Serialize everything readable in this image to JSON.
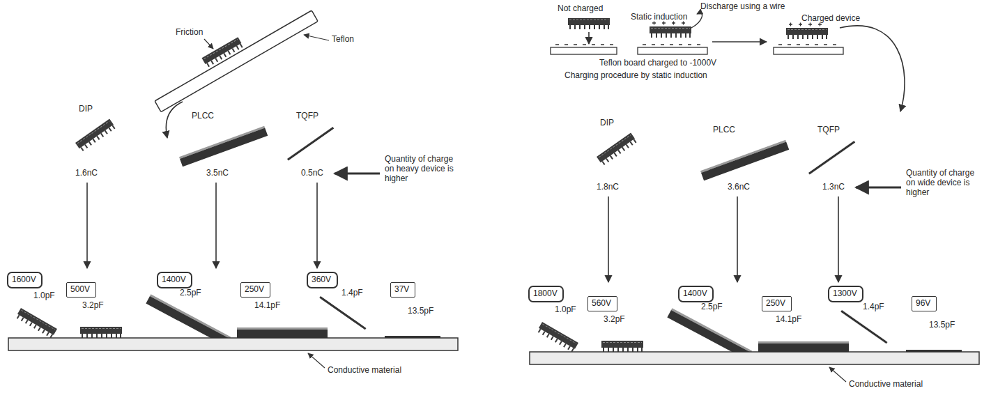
{
  "diagram": {
    "nodes": [
      {
        "text": [
          "1600V"
        ]
      },
      {
        "text": [
          "500V"
        ]
      },
      {
        "text": [
          "1400V"
        ]
      },
      {
        "text": [
          "250V"
        ]
      },
      {
        "text": [
          "360V"
        ]
      },
      {
        "text": [
          "37V"
        ]
      },
      {
        "text": [
          "1800V"
        ]
      },
      {
        "text": [
          "560V"
        ]
      },
      {
        "text": [
          "1400V"
        ]
      },
      {
        "text": [
          "250V"
        ]
      },
      {
        "text": [
          "1300V"
        ]
      },
      {
        "text": [
          "96V"
        ]
      }
    ],
    "labels": [
      "Friction",
      "Teflon",
      "DIP",
      "PLCC",
      "TQFP",
      "1.6nC",
      "3.5nC",
      "0.5nC",
      "Quantity of charge on heavy device is higher",
      "1.0pF",
      "3.2pF",
      "2.5pF",
      "14.1pF",
      "1.4pF",
      "13.5pF",
      "Conductive material",
      "Not charged",
      "Static induction",
      "Discharge using a wire",
      "Charged device",
      "Teflon board charged to -1000V",
      "Charging procedure by static induction",
      "DIP",
      "PLCC",
      "TQFP",
      "1.8nC",
      "3.6nC",
      "1.3nC",
      "Quantity of charge on wide device is higher",
      "1.0pF",
      "3.2pF",
      "2.5pF",
      "14.1pF",
      "1.4pF",
      "13.5pF",
      "Conductive material"
    ]
  }
}
